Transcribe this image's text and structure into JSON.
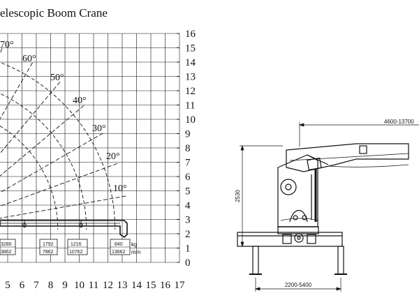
{
  "title": "elescopic Boom Crane",
  "chart": {
    "y_ticks": [
      "16",
      "15",
      "14",
      "13",
      "12",
      "11",
      "10",
      "9",
      "8",
      "7",
      "6",
      "5",
      "4",
      "3",
      "2",
      "1",
      "0"
    ],
    "x_ticks": [
      "5",
      "6",
      "7",
      "8",
      "9",
      "10",
      "11",
      "12",
      "13",
      "14",
      "15",
      "16",
      "17"
    ],
    "angles": [
      "70°",
      "60°",
      "50°",
      "40°",
      "30°",
      "20°",
      "10°"
    ],
    "load_boxes": [
      {
        "top": "3280",
        "bottom": "3862"
      },
      {
        "top": "1792",
        "bottom": "7862"
      },
      {
        "top": "1216",
        "bottom": "10762"
      },
      {
        "top": "840",
        "bottom": "13662"
      }
    ],
    "units": {
      "load": "kg",
      "length": "mm"
    }
  },
  "side_view": {
    "boom_length_label": "4600-13700",
    "height_label": "2530",
    "outrigger_span_label": "2200-5400"
  }
}
